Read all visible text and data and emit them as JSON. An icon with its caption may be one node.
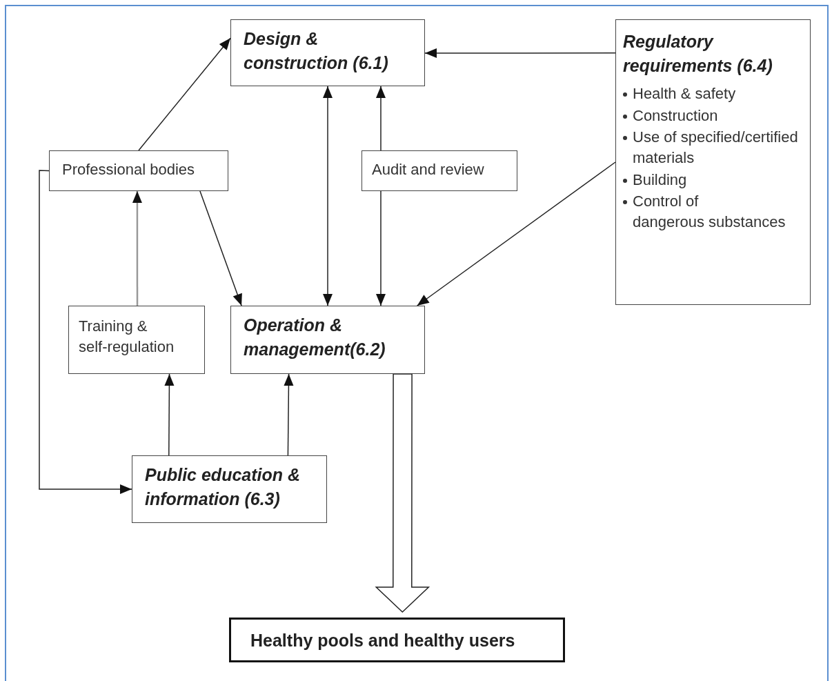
{
  "diagram": {
    "nodes": [
      {
        "text": [
          "Design & construction (6.1)"
        ]
      },
      {
        "text": [
          "Regulatory requirements (6.4)",
          "Health & safety",
          "Construction",
          "Use of specified/certified materials",
          "Building",
          "Control of dangerous substances"
        ]
      },
      {
        "text": [
          "Professional bodies"
        ]
      },
      {
        "text": [
          "Audit and review"
        ]
      },
      {
        "text": [
          "Training & self-regulation"
        ]
      },
      {
        "text": [
          "Operation & management(6.2)"
        ]
      },
      {
        "text": [
          "Public education & information (6.3)"
        ]
      },
      {
        "text": [
          "Healthy pools and healthy users"
        ]
      }
    ],
    "edges": [
      {
        "from": 2,
        "to": 0,
        "arrow": "to"
      },
      {
        "from": 1,
        "to": 0,
        "arrow": "to"
      },
      {
        "from": 0,
        "to": 5,
        "arrow": "both"
      },
      {
        "from": 3,
        "to": 0,
        "arrow": "to"
      },
      {
        "from": 3,
        "to": 5,
        "arrow": "to"
      },
      {
        "from": 1,
        "to": 5,
        "arrow": "to"
      },
      {
        "from": 2,
        "to": 5,
        "arrow": "to"
      },
      {
        "from": 4,
        "to": 2,
        "arrow": "to",
        "color": "#999999"
      },
      {
        "from": 6,
        "to": 4,
        "arrow": "to"
      },
      {
        "from": 6,
        "to": 5,
        "arrow": "to"
      },
      {
        "from": 2,
        "to": 6,
        "arrow": "to"
      },
      {
        "from": 5,
        "to": 7,
        "arrow": "to",
        "style": "thick"
      }
    ]
  }
}
